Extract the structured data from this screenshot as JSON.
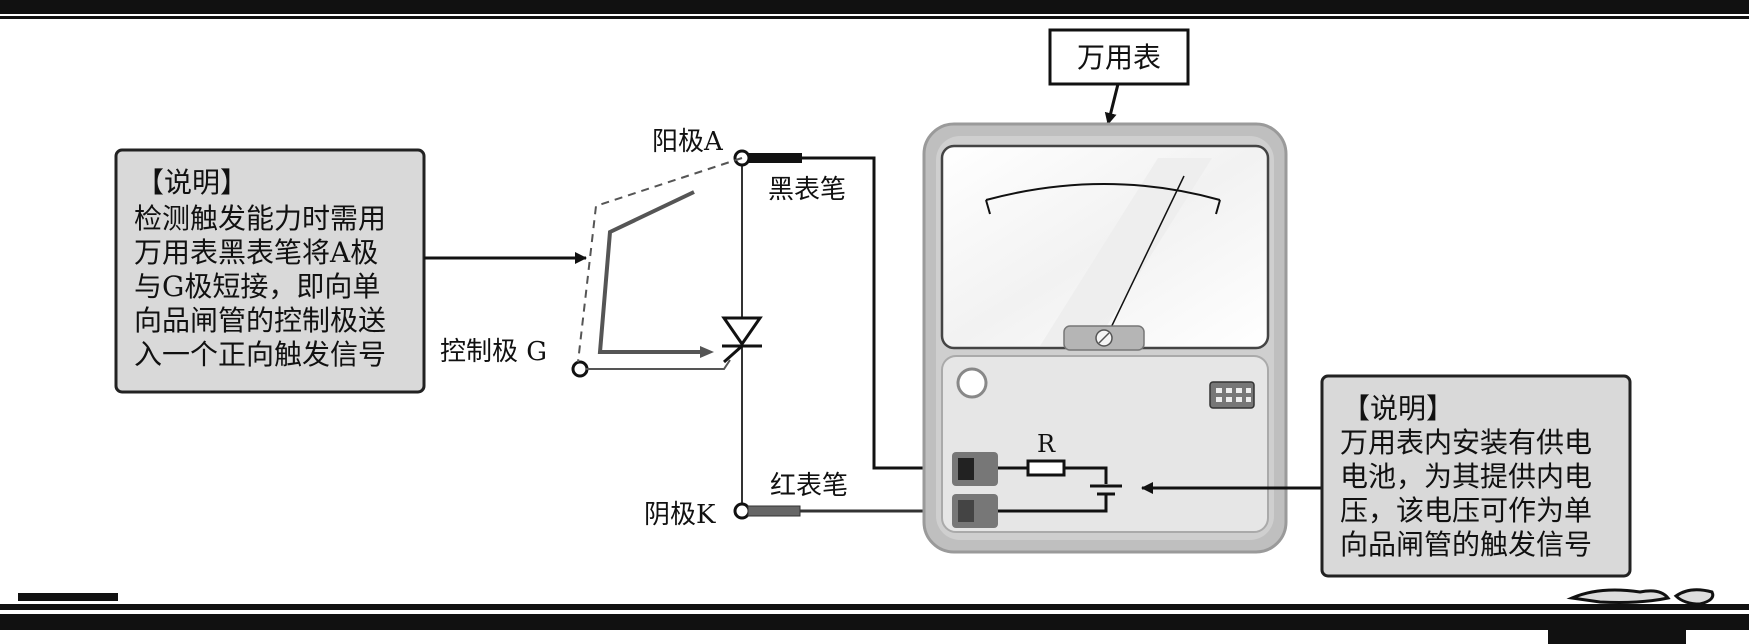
{
  "multimeter_label": "万用表",
  "left_note": {
    "heading": "【说明】",
    "lines": [
      "检测触发能力时需用",
      "万用表黑表笔将A极",
      "与G极短接，即向单",
      "向品闸管的控制极送",
      "入一个正向触发信号"
    ]
  },
  "right_note": {
    "heading": "【说明】",
    "lines": [
      "万用表内安装有供电",
      "电池，为其提供内电",
      "压，该电压可作为单",
      "向品闸管的触发信号"
    ]
  },
  "anode_label": "阳极A",
  "gate_label": "控制极 G",
  "cathode_label": "阴极K",
  "black_probe_label": "黑表笔",
  "red_probe_label": "红表笔",
  "resistor_label": "R",
  "colors": {
    "panel_fill": "#d9d9d9",
    "border": "#222222",
    "meter_body": "#bfbfbf",
    "meter_inner": "#e6e6e6"
  }
}
